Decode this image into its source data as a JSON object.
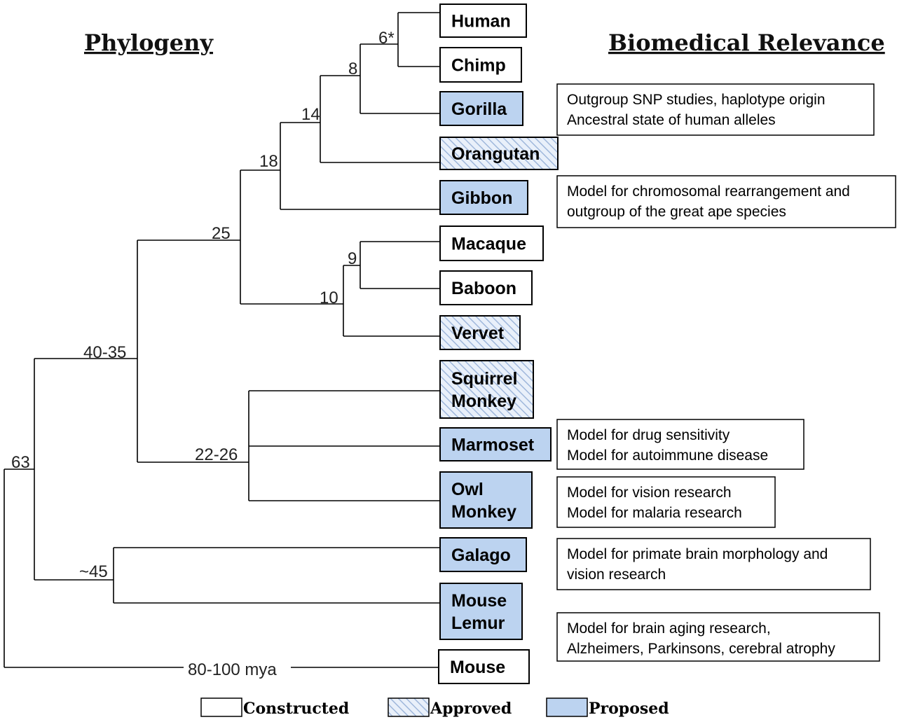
{
  "headings": {
    "left": "Phylogeny",
    "right": "Biomedical Relevance"
  },
  "statuses": {
    "constructed": {
      "label": "Constructed",
      "fill": "#ffffff"
    },
    "approved": {
      "label": "Approved",
      "fill": "#e6eef8",
      "hatch": "#9fb7db"
    },
    "proposed": {
      "label": "Proposed",
      "fill": "#bcd3f0"
    }
  },
  "species": [
    {
      "lines": [
        "Human"
      ],
      "status": "constructed"
    },
    {
      "lines": [
        "Chimp"
      ],
      "status": "constructed"
    },
    {
      "lines": [
        "Gorilla"
      ],
      "status": "proposed"
    },
    {
      "lines": [
        "Orangutan"
      ],
      "status": "approved"
    },
    {
      "lines": [
        "Gibbon"
      ],
      "status": "proposed"
    },
    {
      "lines": [
        "Macaque"
      ],
      "status": "constructed"
    },
    {
      "lines": [
        "Baboon"
      ],
      "status": "constructed"
    },
    {
      "lines": [
        "Vervet"
      ],
      "status": "approved"
    },
    {
      "lines": [
        "Squirrel",
        "Monkey"
      ],
      "status": "approved"
    },
    {
      "lines": [
        "Marmoset"
      ],
      "status": "proposed"
    },
    {
      "lines": [
        "Owl",
        "Monkey"
      ],
      "status": "proposed"
    },
    {
      "lines": [
        "Galago"
      ],
      "status": "proposed"
    },
    {
      "lines": [
        "Mouse",
        "Lemur"
      ],
      "status": "proposed"
    },
    {
      "lines": [
        "Mouse"
      ],
      "status": "constructed"
    }
  ],
  "node_labels": [
    "6*",
    "8",
    "14",
    "18",
    "25",
    "9",
    "10",
    "40-35",
    "22-26",
    "63",
    "~45",
    "80-100 mya"
  ],
  "relevance": [
    [
      "Outgroup SNP studies, haplotype origin",
      "Ancestral state of human alleles"
    ],
    [
      "Model for chromosomal rearrangement and",
      "outgroup of the great ape species"
    ],
    [
      "Model for drug sensitivity",
      "Model for autoimmune disease"
    ],
    [
      "Model for vision research",
      "Model for malaria research"
    ],
    [
      "Model for primate brain morphology and",
      "vision research"
    ],
    [
      "Model for brain aging research,",
      "Alzheimers, Parkinsons, cerebral atrophy"
    ]
  ],
  "legend": [
    "constructed",
    "approved",
    "proposed"
  ]
}
